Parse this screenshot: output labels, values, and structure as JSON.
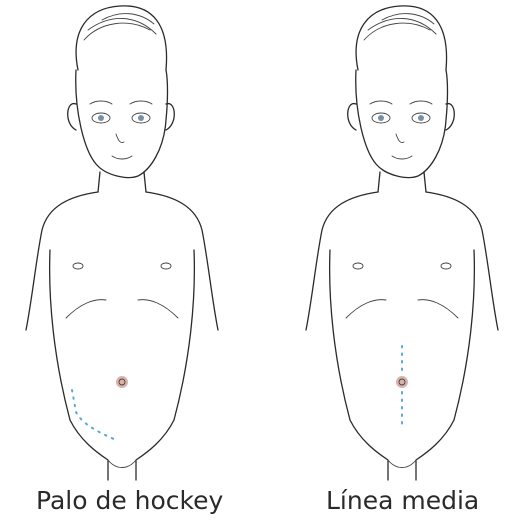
{
  "figures": [
    {
      "caption": "Palo de hockey",
      "incision": "hockey-stick"
    },
    {
      "caption": "Línea media",
      "incision": "midline"
    }
  ],
  "colors": {
    "line": "#2b2b2b",
    "incision": "#5aa8d8",
    "navel": "#b07a6e",
    "background": "#ffffff"
  }
}
